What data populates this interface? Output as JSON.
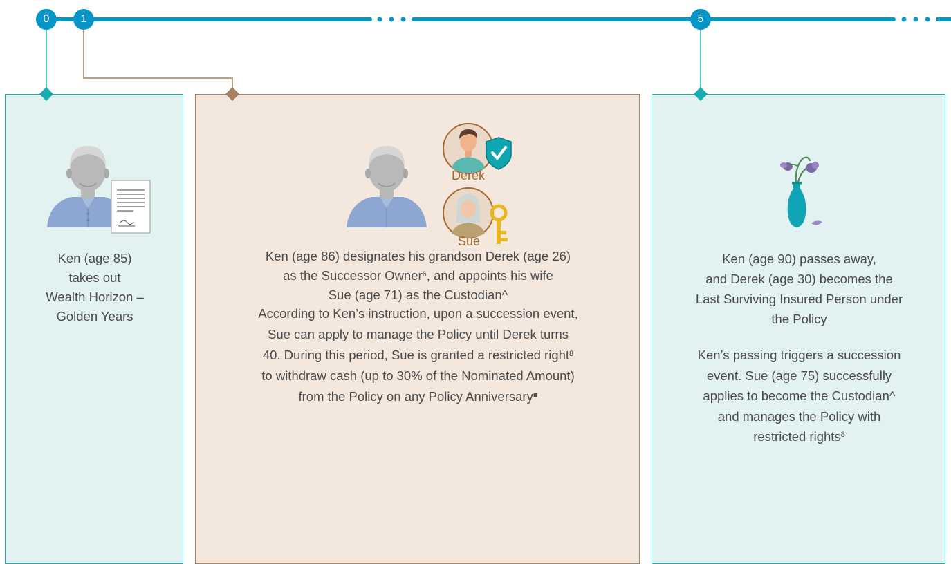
{
  "timeline": {
    "markers": [
      "0",
      "1",
      "5"
    ]
  },
  "colors": {
    "timeline": "#0696c7",
    "teal_card_bg": "#e2f2f1",
    "teal_border": "#18aab1",
    "brown_card_bg": "#f4e7de",
    "brown_border": "#a9805d"
  },
  "card_year0": {
    "icon": "elderly-man-with-document",
    "lines": [
      "Ken (age 85)",
      "takes out",
      "Wealth Horizon –",
      "Golden Years"
    ]
  },
  "card_year1": {
    "icons": [
      "elderly-man",
      "grandson-shield-icon",
      "wife-key-icon"
    ],
    "derek_label": "Derek",
    "sue_label": "Sue",
    "p1_line1": "Ken (age 86) designates his grandson Derek (age 26)",
    "p1_line2_a": "as the Successor Owner",
    "p1_line2_sup": "6",
    "p1_line2_b": ", and appoints his wife",
    "p1_line3": "Sue (age 71) as the Custodian^",
    "p2_line1": "According to Ken’s instruction, upon a succession event,",
    "p2_line2": "Sue can apply to manage the Policy until Derek turns",
    "p2_line3_a": "40. During this period, Sue is granted a restricted right",
    "p2_line3_sup": "8",
    "p2_line4": "to withdraw cash (up to 30% of the Nominated Amount)",
    "p2_line5_a": "from the Policy on any Policy Anniversary",
    "p2_line5_mark": "■"
  },
  "card_year5": {
    "icon": "vase-wilted-flower",
    "p1_lines": [
      "Ken (age 90) passes away,",
      "and Derek (age 30) becomes the",
      "Last Surviving Insured Person under",
      "the Policy"
    ],
    "p2_line1": "Ken’s passing triggers a succession",
    "p2_line2": "event. Sue (age 75) successfully",
    "p2_line3": "applies to become the Custodian^",
    "p2_line4": "and manages the Policy with",
    "p2_line5_a": "restricted rights",
    "p2_line5_sup": "8"
  }
}
